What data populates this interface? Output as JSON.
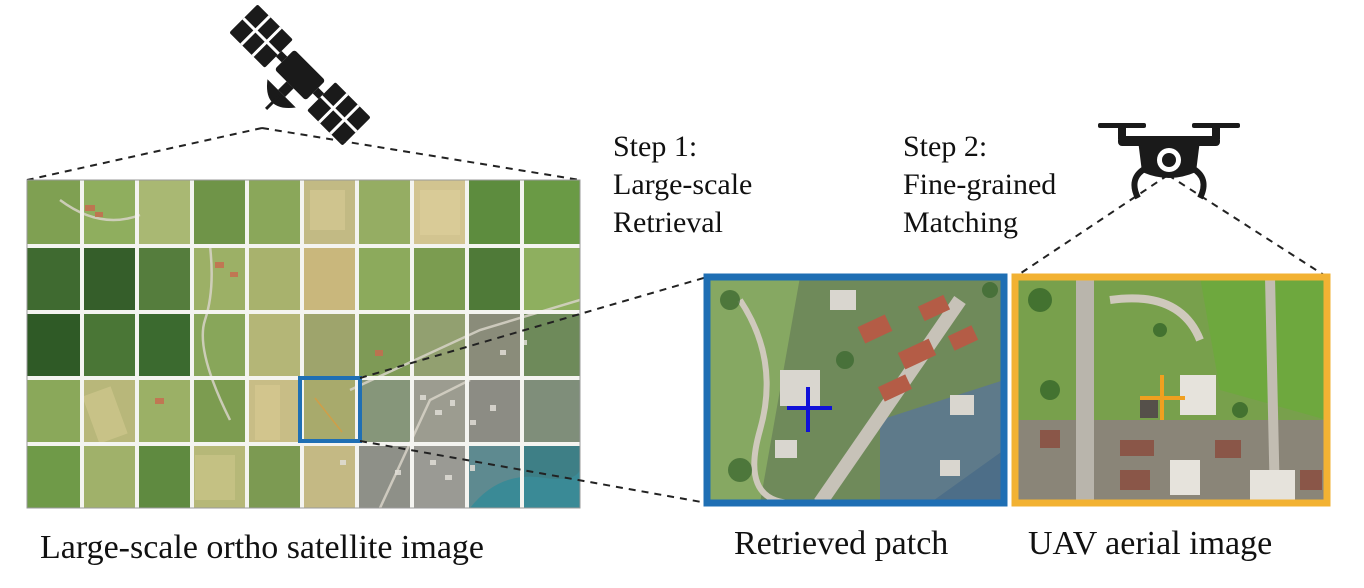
{
  "step1": {
    "line1": "Step 1:",
    "line2": "Large-scale",
    "line3": "Retrieval"
  },
  "step2": {
    "line1": "Step 2:",
    "line2": "Fine-grained",
    "line3": "Matching"
  },
  "captions": {
    "satellite": "Large-scale ortho satellite image",
    "retrieved": "Retrieved patch",
    "uav": "UAV aerial image"
  },
  "icons": {
    "satellite": "satellite-icon",
    "drone": "drone-icon"
  },
  "colors": {
    "retrieved_frame": "#1f6fb4",
    "uav_frame": "#f2b233",
    "blue_cross": "#1010d8",
    "orange_cross": "#f0a020",
    "grid_line": "#f4f4f0"
  }
}
